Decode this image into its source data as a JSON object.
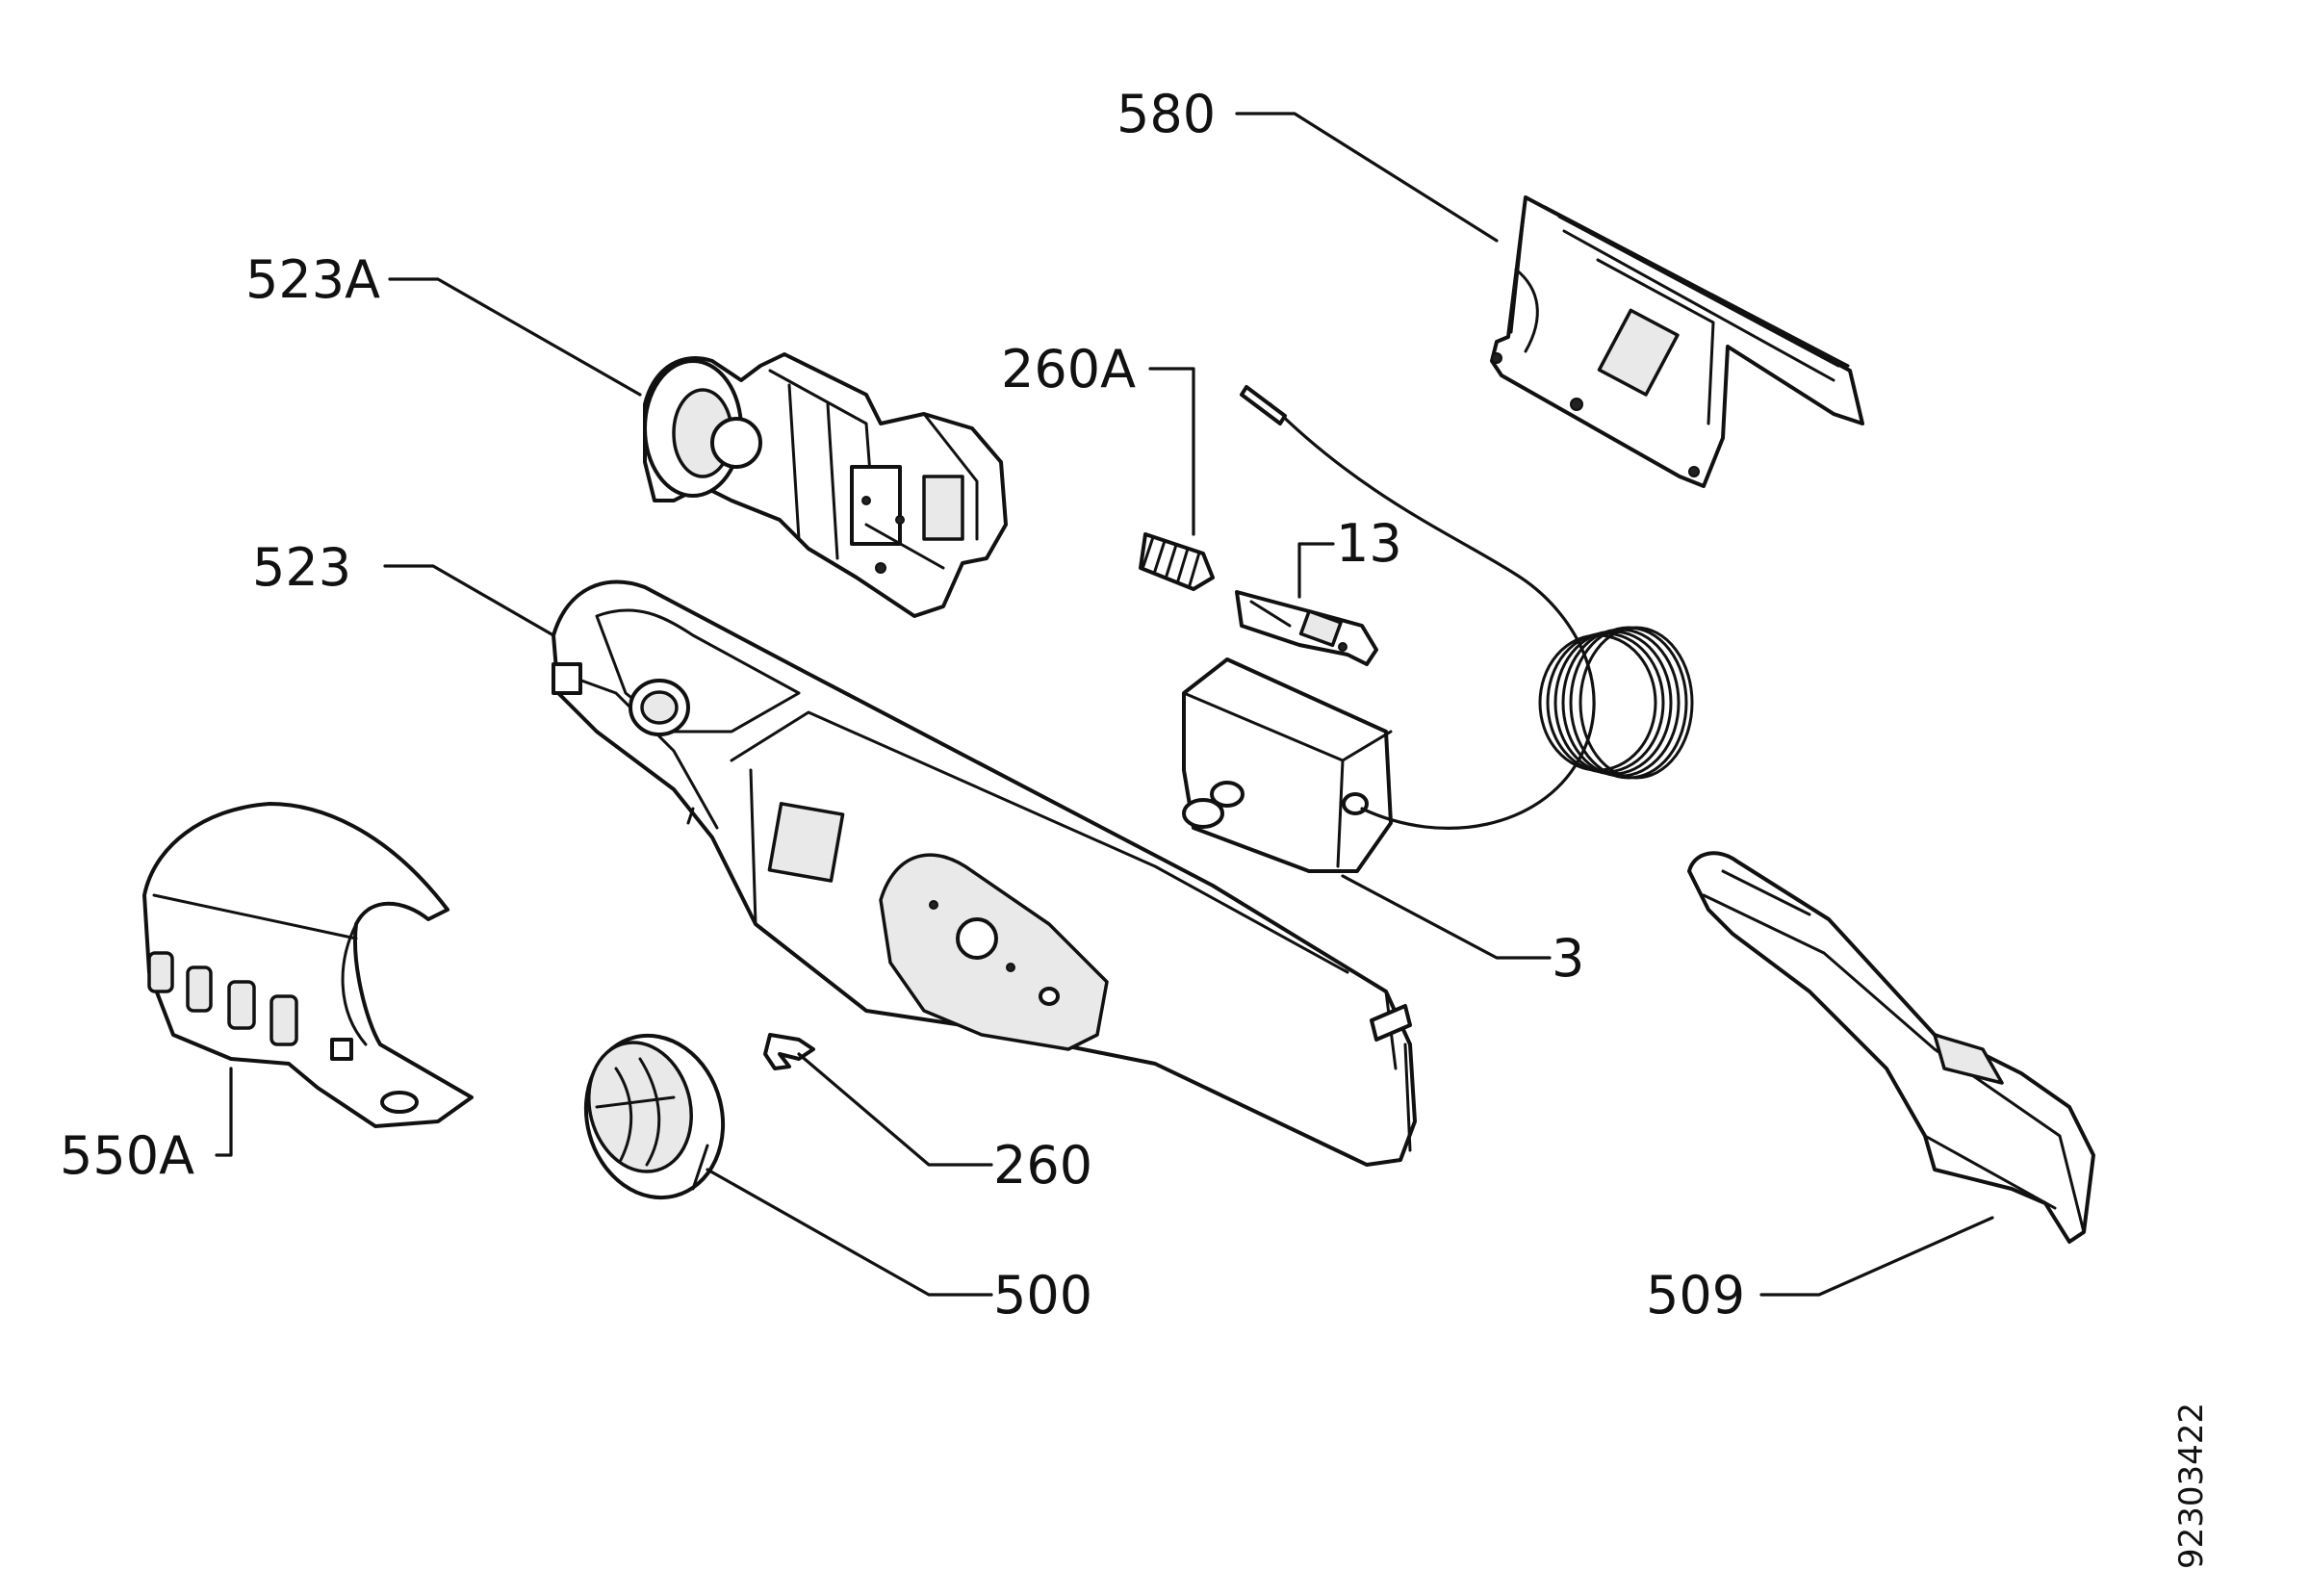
{
  "callouts": {
    "c580": "580",
    "c523A": "523A",
    "c260A": "260A",
    "c13": "13",
    "c523": "523",
    "c3": "3",
    "c550A": "550A",
    "c260": "260",
    "c500": "500",
    "c509": "509"
  },
  "document_number": "92303422"
}
